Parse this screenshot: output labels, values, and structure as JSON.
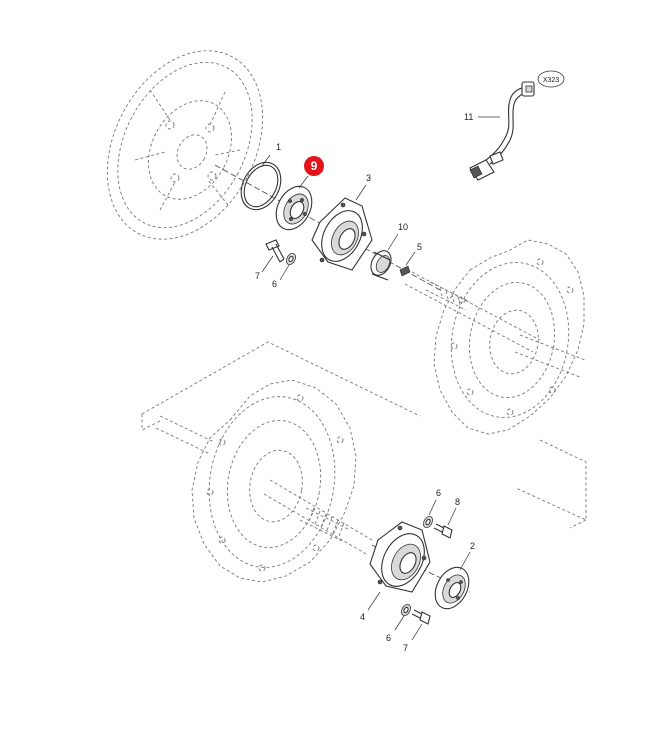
{
  "highlight": {
    "label": "9",
    "color": "#e3141b"
  },
  "callouts": {
    "c1": "1",
    "c3": "3",
    "c10": "10",
    "c5": "5",
    "c7_top": "7",
    "c6_top": "6",
    "c11": "11",
    "ref_tag": "X323",
    "c6_mid": "6",
    "c8": "8",
    "c2": "2",
    "c4": "4",
    "c6_bot": "6",
    "c7_bot": "7"
  },
  "colors": {
    "line": "#333333",
    "phantom": "#777777",
    "accent": "#e3141b"
  }
}
